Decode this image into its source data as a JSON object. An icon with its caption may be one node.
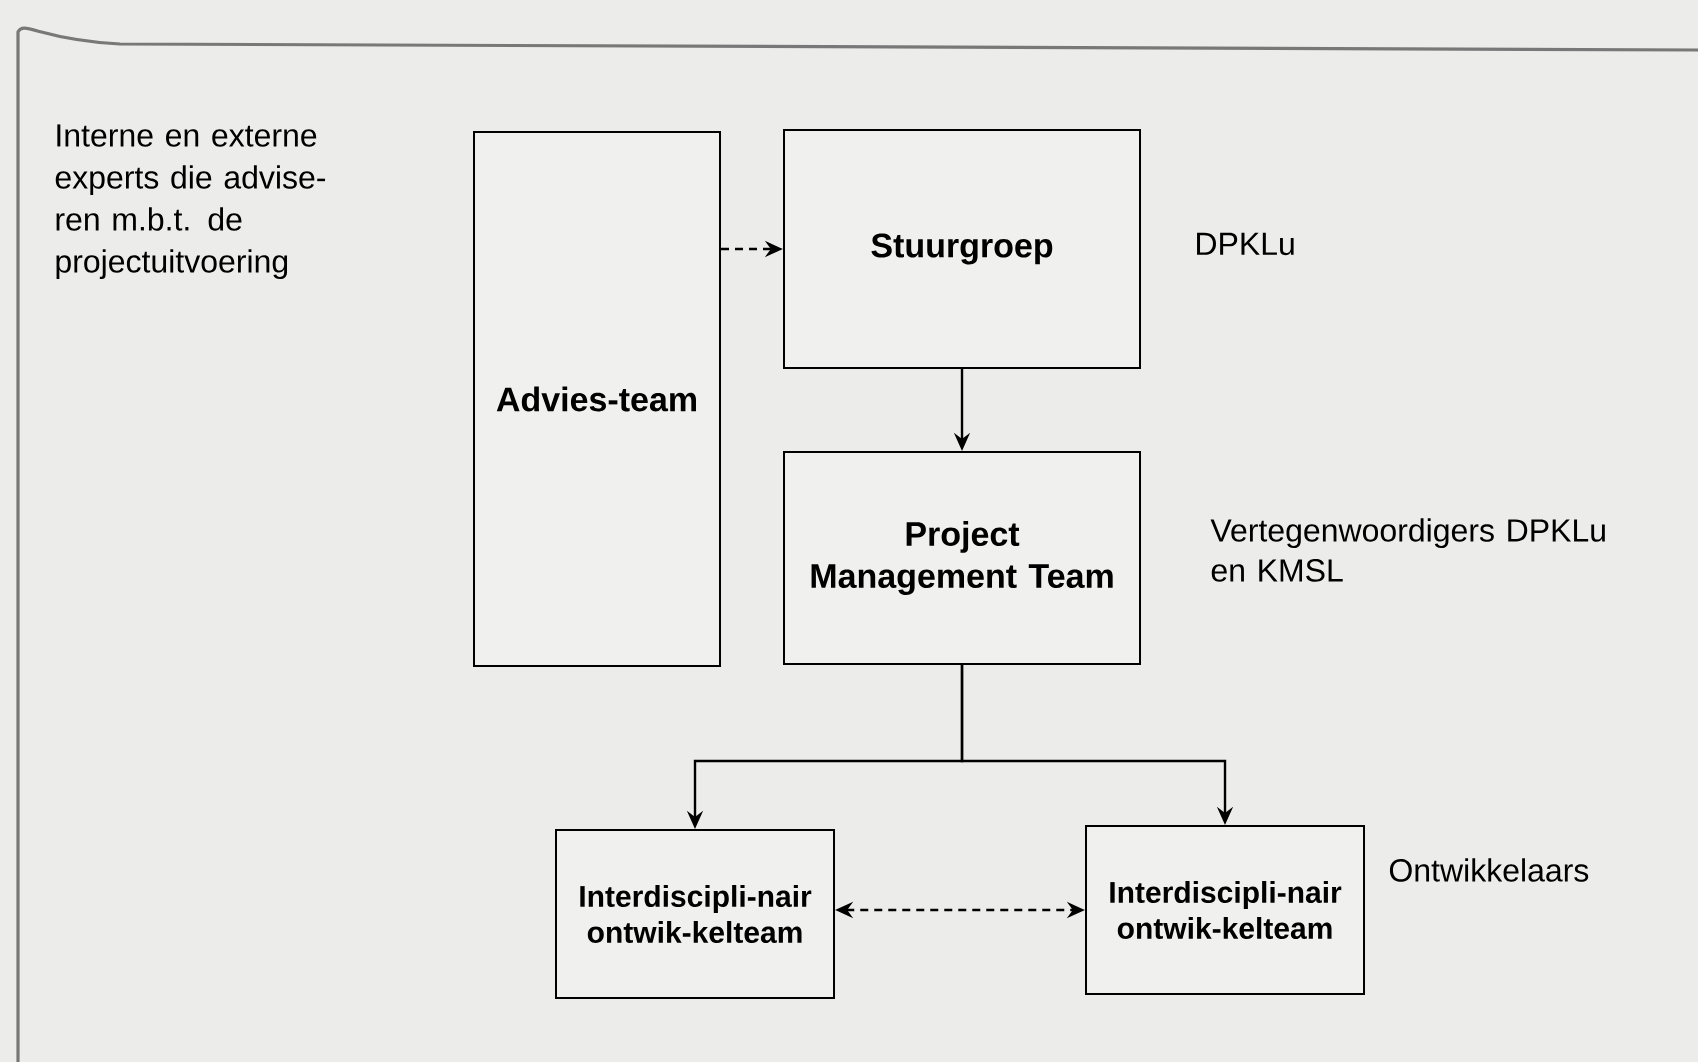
{
  "diagram": {
    "nodes": [
      {
        "text": [
          "Advies-team"
        ]
      },
      {
        "text": [
          "Stuurgroep"
        ],
        "beside": [
          "DPKLu"
        ]
      },
      {
        "text": [
          "Project Management Team"
        ],
        "beside": [
          "Vertegenwoordigers DPKLu en KMSL"
        ]
      },
      {
        "text": [
          "Interdiscipli-nair ontwik-kelteam"
        ]
      },
      {
        "text": [
          "Interdiscipli-nair ontwik-kelteam"
        ],
        "beside": [
          "Ontwikkelaars"
        ]
      }
    ],
    "edges": [
      {
        "from": 0,
        "to": 1,
        "arrow": "to",
        "style": "dashed"
      },
      {
        "from": 1,
        "to": 2,
        "arrow": "to"
      },
      {
        "from": 2,
        "to": 3,
        "arrow": "to"
      },
      {
        "from": 2,
        "to": 4,
        "arrow": "to"
      },
      {
        "from": 3,
        "to": 4,
        "arrow": "both",
        "style": "dashed"
      }
    ],
    "labels": [
      "Interne en externe experts die advise-ren m.b.t. de projectuitvoering"
    ]
  }
}
